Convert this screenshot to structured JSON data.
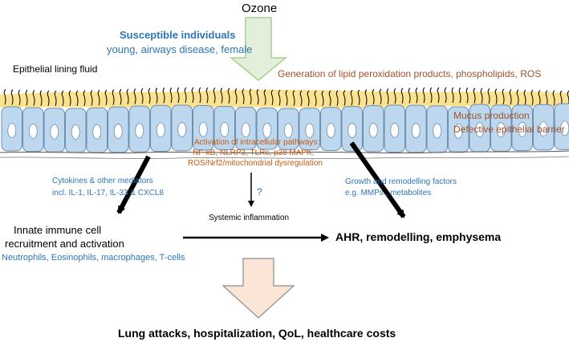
{
  "title": "Ozone",
  "susceptible": {
    "heading": "Susceptible individuals",
    "detail": "young, airways disease, female"
  },
  "epithelial_fluid_label": "Epithelial lining fluid",
  "lipid_label": "Generation of lipid peroxidation products, phospholipids, ROS",
  "mucus": {
    "line1": "Mucus production",
    "line2": "Defective epithelial barrier"
  },
  "pathways": {
    "line1": "Activation of intracellular pathways:",
    "line2": "NF-κB, NLRP3, TLRs, p38 MAPK,",
    "line3": "ROS/Nrf2/mitochondrial dysregulation"
  },
  "cytokines": {
    "line1": "Cytokines & other mediators",
    "line2": "incl. IL-1, IL-17, IL-33 & CXCL8"
  },
  "question_mark": "?",
  "systemic": "Systemic inflammation",
  "growth": {
    "line1": "Growth  and remodelling factors",
    "line2": "e.g. MMPs , metabolites"
  },
  "innate": {
    "line1": "Innate immune cell",
    "line2": "recruitment and activation",
    "cells": "Neutrophils, Eosinophils, macrophages, T-cells"
  },
  "ahr": "AHR, remodelling, emphysema",
  "outcome": "Lung attacks, hospitalization, QoL, healthcare costs",
  "colors": {
    "blue_text": "#2e75b6",
    "brown_text": "#a0522d",
    "orange_text": "#c55a11",
    "lining_fluid": "#fbe28f",
    "cell_fill": "#bdd7ee",
    "cell_stroke": "#6f8fae",
    "ozone_arrow": "#e2efda",
    "ozone_arrow_stroke": "#a9d18e",
    "outcome_arrow": "#fbe5d6",
    "outcome_arrow_stroke": "#8c8c8c"
  }
}
